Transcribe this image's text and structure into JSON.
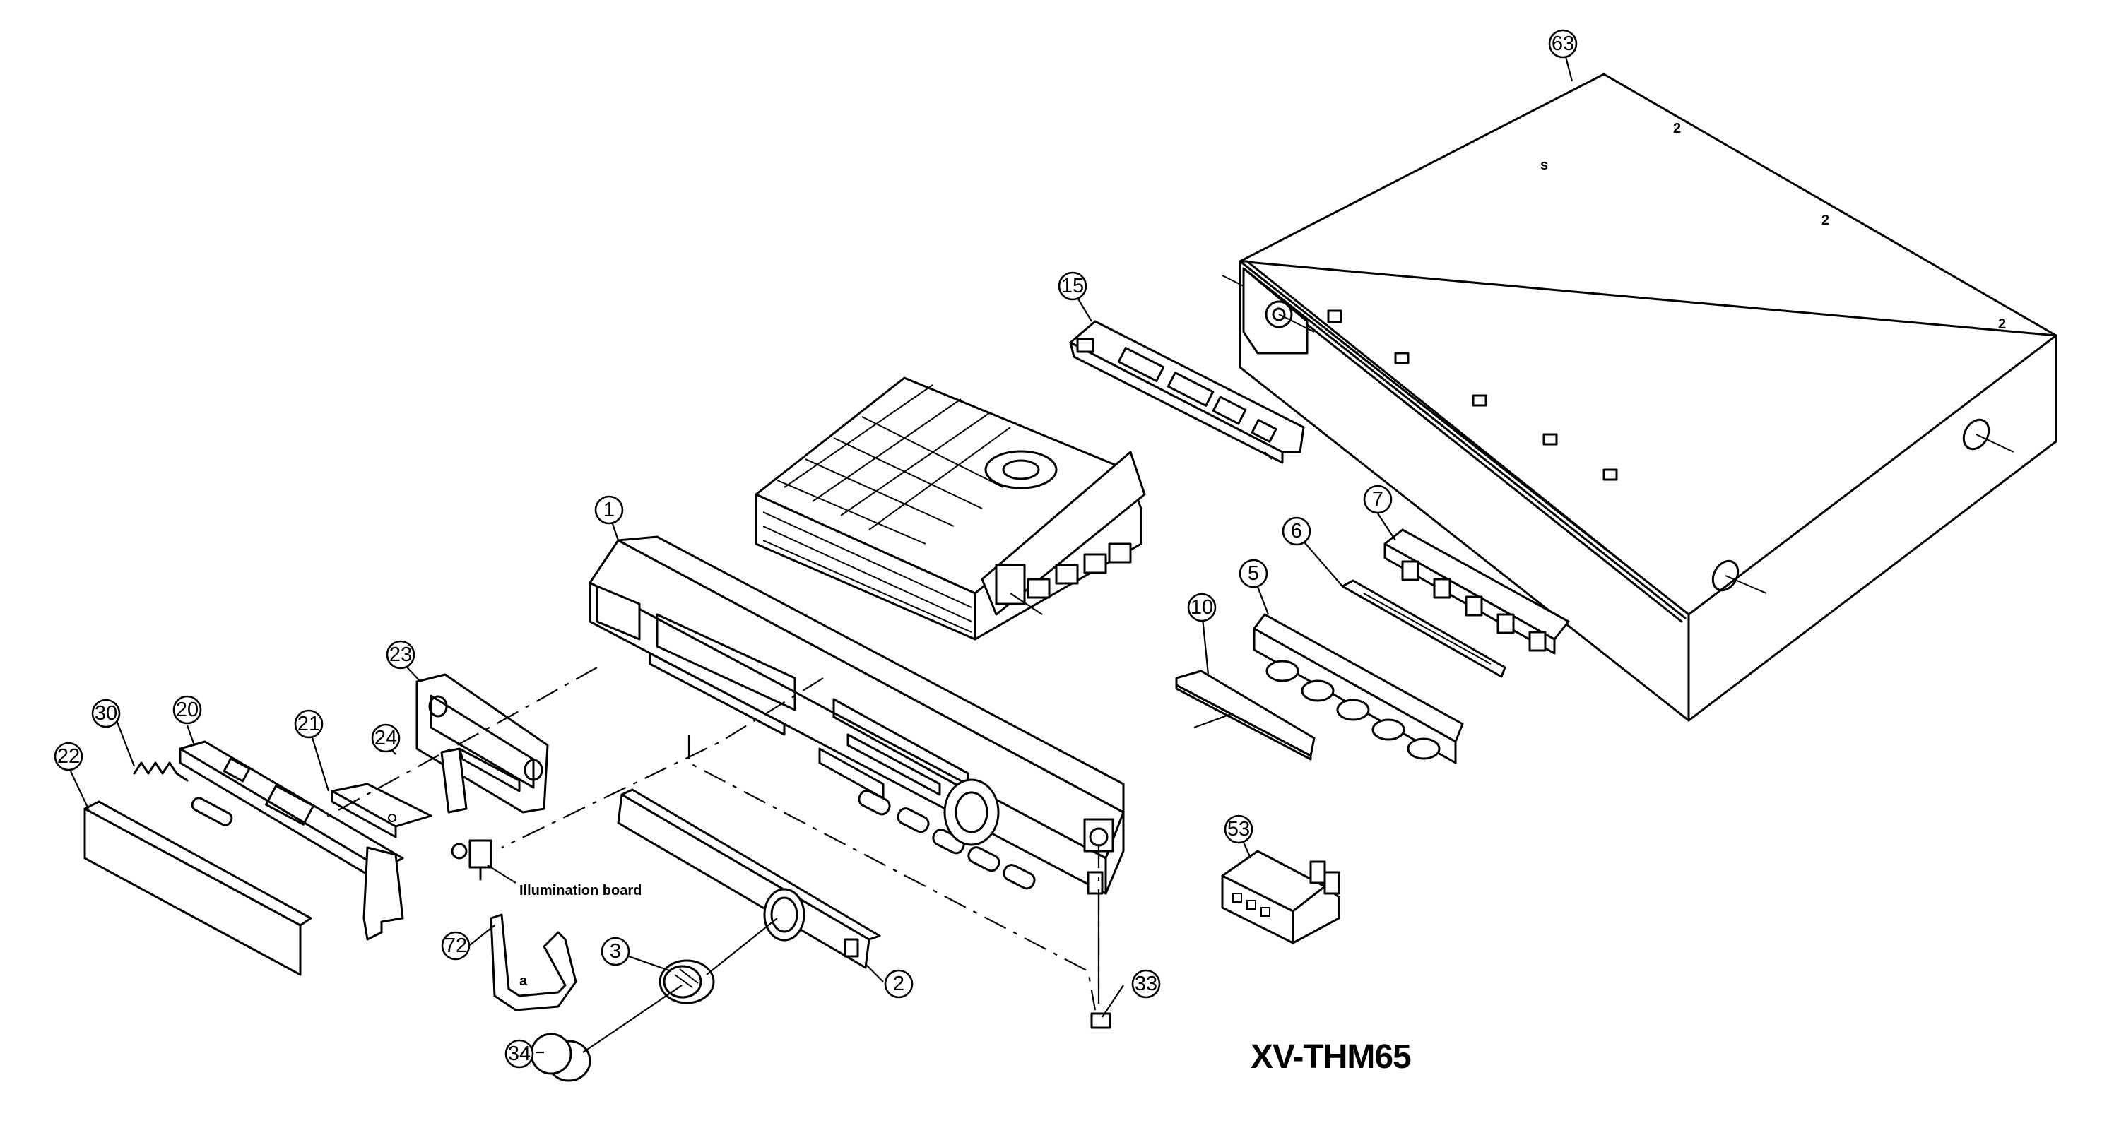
{
  "model": "XV-THM65",
  "note_illumination": "Illumination board",
  "callouts": {
    "c1": "1",
    "c2": "2",
    "c3": "3",
    "c5": "5",
    "c6": "6",
    "c7": "7",
    "c10": "10",
    "c15": "15",
    "c20": "20",
    "c21": "21",
    "c22": "22",
    "c23": "23",
    "c24": "24",
    "c30": "30",
    "c33": "33",
    "c34": "34",
    "c53": "53",
    "c63": "63",
    "c72": "72"
  }
}
